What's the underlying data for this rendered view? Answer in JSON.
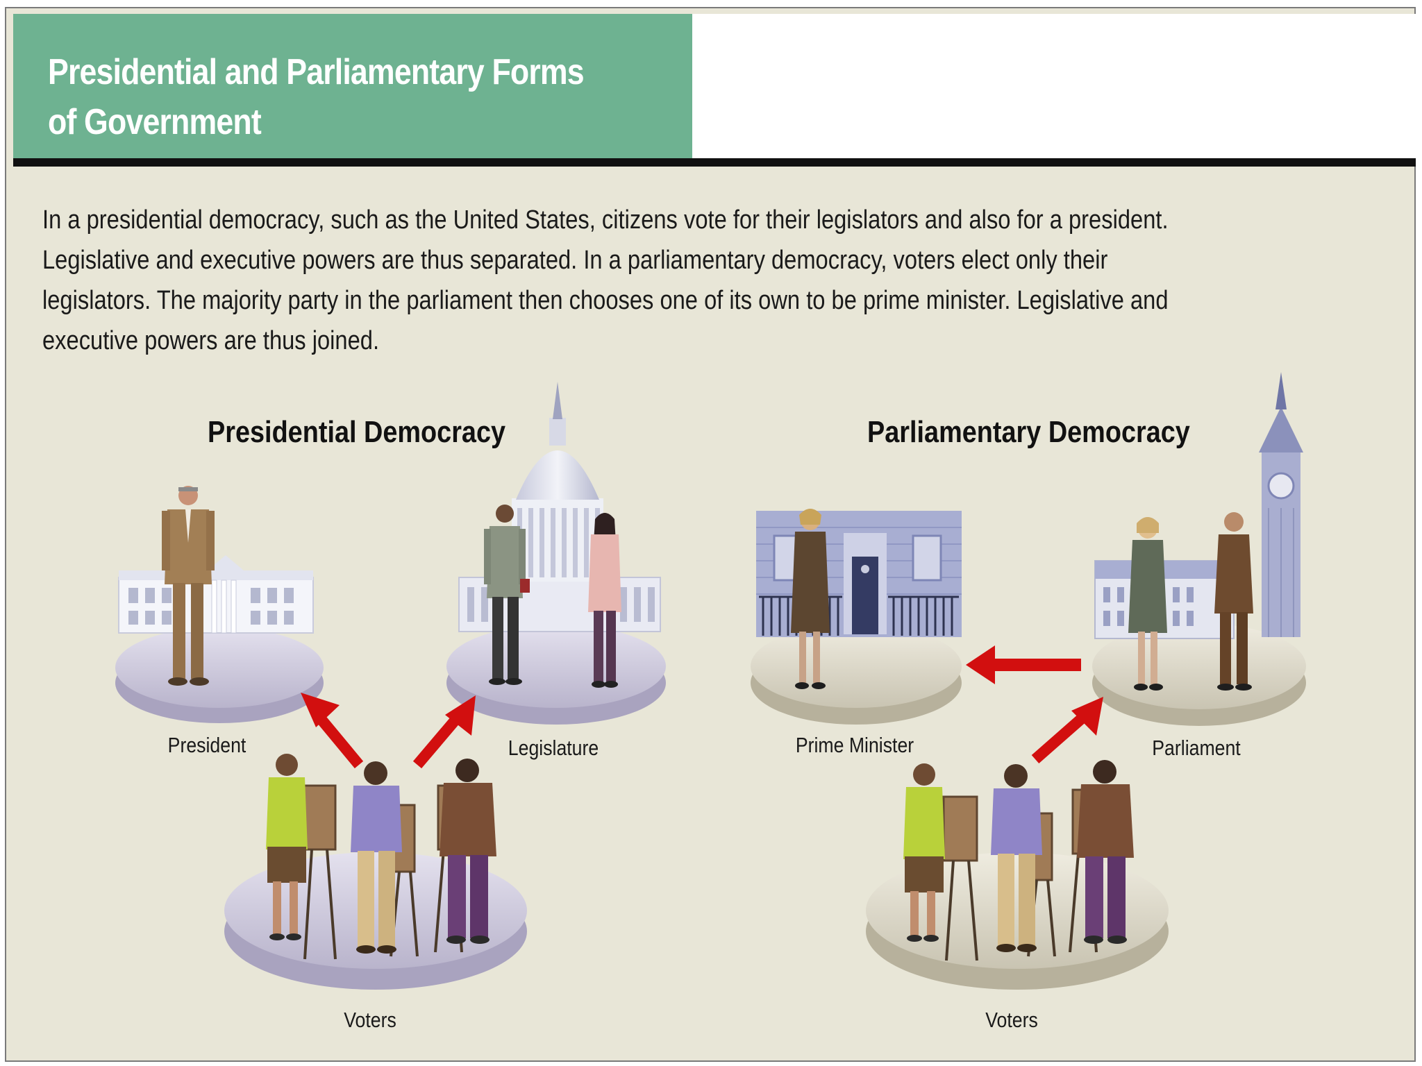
{
  "title": "Presidential and Parliamentary Forms of Government",
  "intro": "In a presidential democracy, such as the United States, citizens vote for their legislators and also for a president. Legislative and executive powers are thus separated. In a parliamentary democracy, voters elect only their legislators. The majority party in the parliament then chooses one of its own to be prime minister. Legislative and executive powers are thus joined.",
  "presidential": {
    "heading": "Presidential Democracy",
    "labels": {
      "president": "President",
      "legislature": "Legislature",
      "voters": "Voters"
    }
  },
  "parliamentary": {
    "heading": "Parliamentary Democracy",
    "labels": {
      "prime_minister": "Prime Minister",
      "parliament": "Parliament",
      "voters": "Voters"
    }
  },
  "colors": {
    "banner": "#6eb291",
    "background": "#e8e6d7",
    "arrow": "#d20f0f",
    "platform_lilac": "#d8d4e6",
    "platform_cream": "#e7e3d3"
  }
}
